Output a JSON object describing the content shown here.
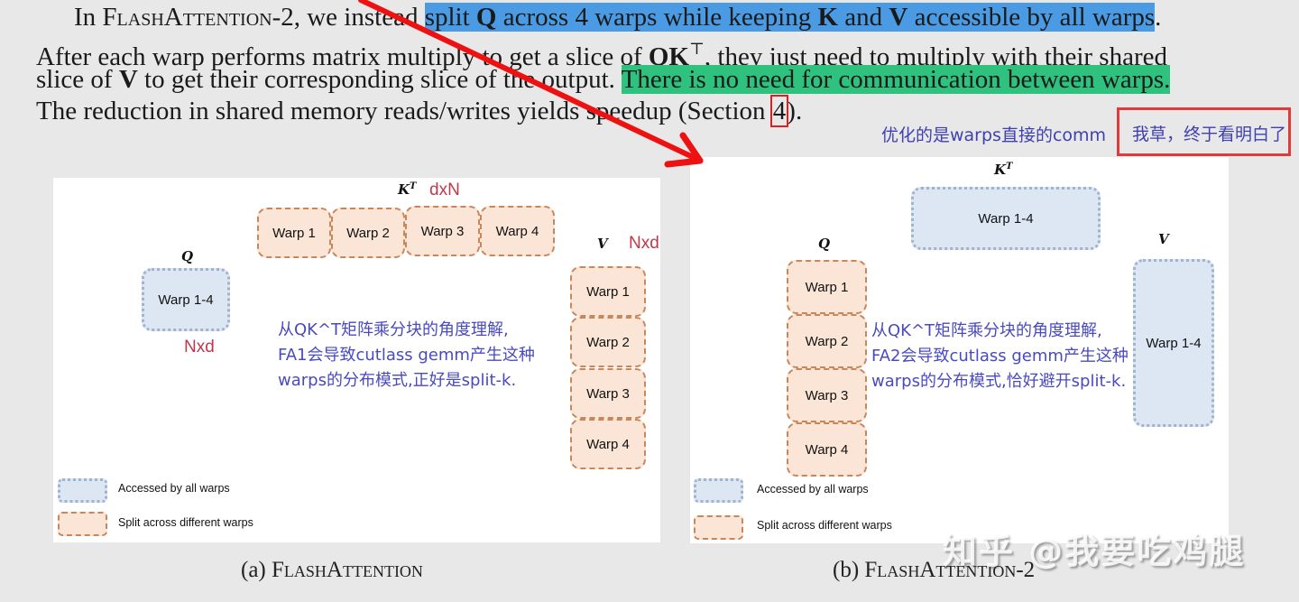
{
  "paragraph": {
    "line1": {
      "prefix": "In ",
      "name": "FlashAttention-2",
      "mid": ", we instead ",
      "highlight_blue": {
        "p1": "split ",
        "q": "Q",
        "p2": " across 4 warps while keeping ",
        "k": "K",
        "p3": " and ",
        "v": "V",
        "p4": " accessible by all warps"
      },
      "suffix": "."
    },
    "line2": {
      "p1": "After each warp performs matrix multiply to get a slice of ",
      "qk": "QK",
      "sup": "⊤",
      "p2": ", they just need to multiply with their shared"
    },
    "line3": {
      "p1": "slice of ",
      "v": "V",
      "p2": " to get their corresponding slice of the output. ",
      "highlight_green": "There is no need for communication between warps."
    },
    "line4": {
      "p1": "The reduction in shared memory reads/writes yields speedup (Section ",
      "ref": "4",
      "p2": ")."
    }
  },
  "annotations": {
    "note_blue": "优化的是warps直接的comm",
    "note_boxed": "我草，终于看明白了",
    "highlight_colors": {
      "blue": "#4a9be3",
      "green": "#2ec27e",
      "red": "#e02020"
    }
  },
  "figure_a": {
    "kt_label": "K",
    "kt_sup": "T",
    "kt_dim": "dxN",
    "kt_warps": [
      "Warp 1",
      "Warp 2",
      "Warp 3",
      "Warp 4"
    ],
    "q_label": "Q",
    "q_box": "Warp 1-4",
    "q_dim": "Nxd",
    "v_label": "V",
    "v_dim": "Nxd",
    "v_warps": [
      "Warp 1",
      "Warp 2",
      "Warp 3",
      "Warp 4"
    ],
    "note": [
      "从QK^T矩阵乘分块的角度理解,",
      "FA1会导致cutlass gemm产生这种",
      "warps的分布模式,正好是split-k."
    ],
    "legend": {
      "shared": "Accessed by all warps",
      "split": "Split across different warps"
    },
    "caption_prefix": "(a) ",
    "caption_name": "FlashAttention"
  },
  "figure_b": {
    "kt_label": "K",
    "kt_sup": "T",
    "kt_box": "Warp 1-4",
    "q_label": "Q",
    "q_warps": [
      "Warp 1",
      "Warp 2",
      "Warp 3",
      "Warp 4"
    ],
    "v_label": "V",
    "v_box": "Warp 1-4",
    "note": [
      "从QK^T矩阵乘分块的角度理解,",
      "FA2会导致cutlass gemm产生这种",
      "warps的分布模式,恰好避开split-k."
    ],
    "legend": {
      "shared": "Accessed by all warps",
      "split": "Split across different warps"
    },
    "caption_prefix": "(b) ",
    "caption_name": "FlashAttention-2"
  },
  "watermark": "知乎 @我要吃鸡腿"
}
